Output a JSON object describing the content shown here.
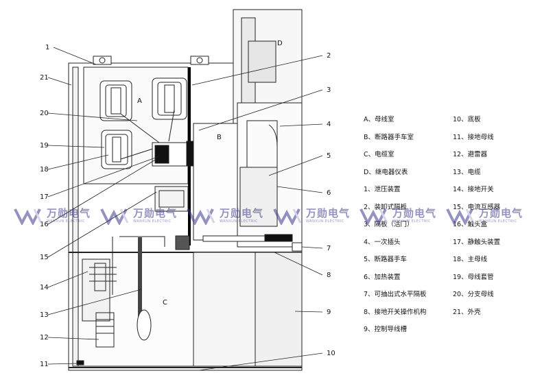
{
  "callouts": [
    "1",
    "2",
    "3",
    "4",
    "5",
    "6",
    "7",
    "8",
    "9",
    "10",
    "11",
    "12",
    "13",
    "14",
    "15",
    "16",
    "17",
    "18",
    "19",
    "20",
    "21"
  ],
  "zones": {
    "A": "A",
    "B": "B",
    "C": "C",
    "D": "D"
  },
  "legend_left": [
    "A、母线室",
    "B、断路器手车室",
    "C、电缆室",
    "D、继电器仪表",
    "1、泄压装置",
    "2、装卸式隔板",
    "3、隔板（活门）",
    "4、一次插头",
    "5、断路器手车",
    "6、加热装置",
    "7、可抽出式水平隔板",
    "8、接地开关操作机构",
    "9、控制导线槽"
  ],
  "legend_right": [
    "10、底板",
    "11、接地母线",
    "12、避雷器",
    "13、电缆",
    "14、接地开关",
    "15、电流互感器",
    "16、触头盒",
    "17、静触头装置",
    "18、主母线",
    "19、母线套管",
    "20、分支母线",
    "21、外壳"
  ],
  "watermark": {
    "cn": "万勋电气",
    "en": "WANXUN ELECTRIC",
    "color": "#3d3a8c"
  }
}
